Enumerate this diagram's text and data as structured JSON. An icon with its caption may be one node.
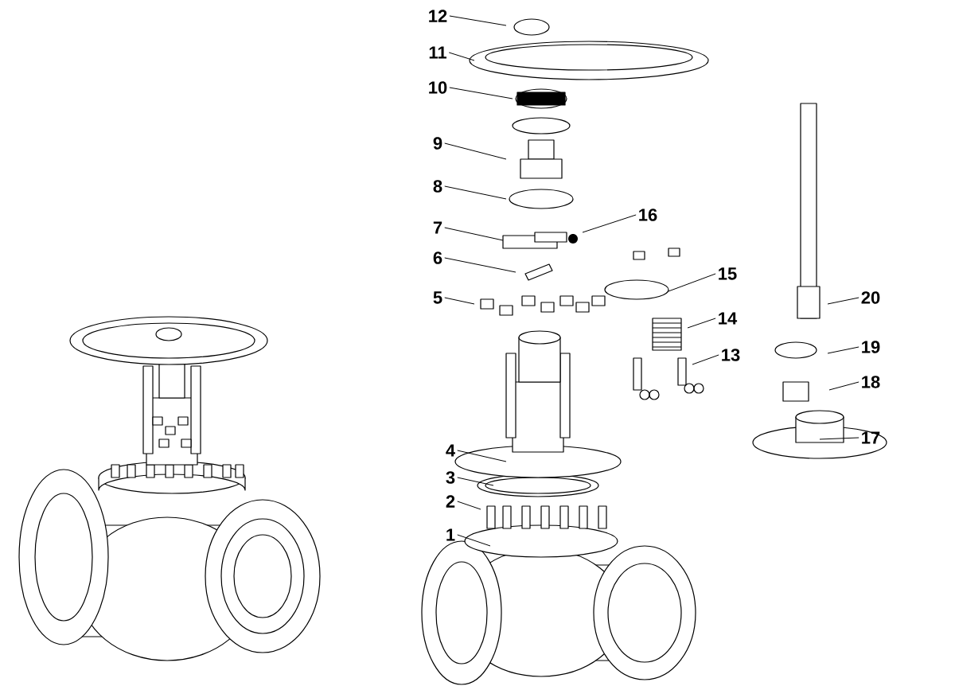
{
  "diagram": {
    "nodes": [
      {
        "text": [
          "12"
        ]
      },
      {
        "text": [
          "11"
        ]
      },
      {
        "text": [
          "10"
        ]
      },
      {
        "text": [
          "9"
        ]
      },
      {
        "text": [
          "8"
        ]
      },
      {
        "text": [
          "7"
        ]
      },
      {
        "text": [
          "16"
        ]
      },
      {
        "text": [
          "6"
        ]
      },
      {
        "text": [
          "15"
        ]
      },
      {
        "text": [
          "5"
        ]
      },
      {
        "text": [
          "20"
        ]
      },
      {
        "text": [
          "14"
        ]
      },
      {
        "text": [
          "19"
        ]
      },
      {
        "text": [
          "13"
        ]
      },
      {
        "text": [
          "18"
        ]
      },
      {
        "text": [
          "17"
        ]
      },
      {
        "text": [
          "4"
        ]
      },
      {
        "text": [
          "3"
        ]
      },
      {
        "text": [
          "2"
        ]
      },
      {
        "text": [
          "1"
        ]
      }
    ],
    "edges": [
      {
        "from": 0,
        "to": null,
        "arrow": "none"
      },
      {
        "from": 1,
        "to": null,
        "arrow": "none"
      },
      {
        "from": 2,
        "to": null,
        "arrow": "none"
      },
      {
        "from": 3,
        "to": null,
        "arrow": "none"
      },
      {
        "from": 4,
        "to": null,
        "arrow": "none"
      },
      {
        "from": 5,
        "to": null,
        "arrow": "none"
      },
      {
        "from": 6,
        "to": null,
        "arrow": "none"
      },
      {
        "from": 7,
        "to": null,
        "arrow": "none"
      },
      {
        "from": 8,
        "to": null,
        "arrow": "none"
      },
      {
        "from": 9,
        "to": null,
        "arrow": "none"
      },
      {
        "from": 10,
        "to": null,
        "arrow": "none"
      },
      {
        "from": 11,
        "to": null,
        "arrow": "none"
      },
      {
        "from": 12,
        "to": null,
        "arrow": "none"
      },
      {
        "from": 13,
        "to": null,
        "arrow": "none"
      },
      {
        "from": 14,
        "to": null,
        "arrow": "none"
      },
      {
        "from": 15,
        "to": null,
        "arrow": "none"
      },
      {
        "from": 16,
        "to": null,
        "arrow": "none"
      },
      {
        "from": 17,
        "to": null,
        "arrow": "none"
      },
      {
        "from": 18,
        "to": null,
        "arrow": "none"
      },
      {
        "from": 19,
        "to": null,
        "arrow": "none"
      }
    ]
  }
}
